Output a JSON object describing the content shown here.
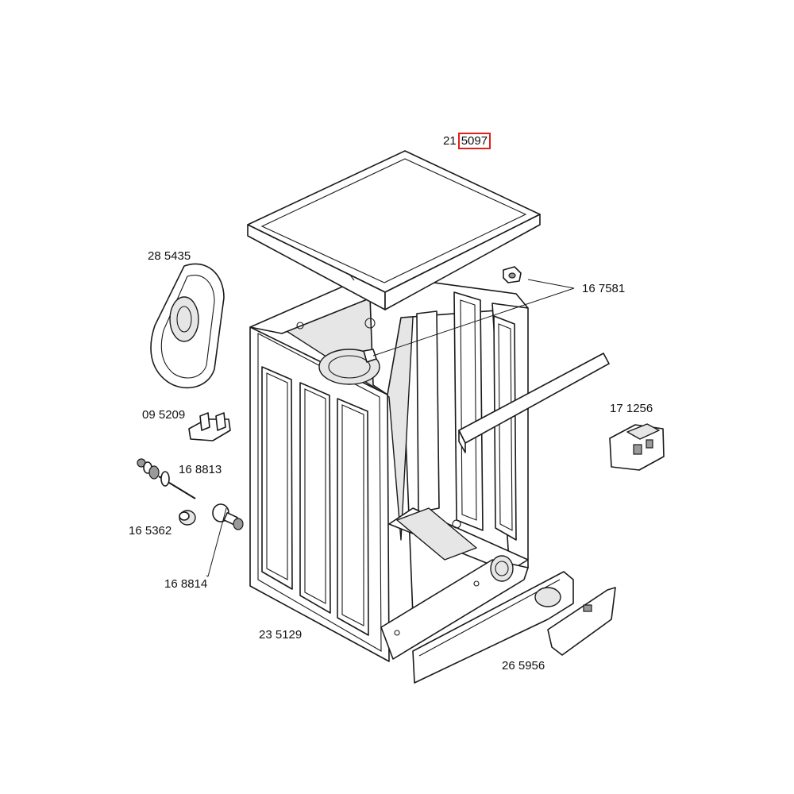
{
  "parts": {
    "top_cover": {
      "prefix": "21",
      "highlighted": "5097"
    },
    "rear_panel": "28 5435",
    "hinge_clips": "16 7581",
    "bracket": "09 5209",
    "door_lock": "17 1256",
    "shock_absorber": "16 8813",
    "bushing": "16 5362",
    "foot": "16 8814",
    "cabinet": "23 5129",
    "dispenser_handle": "26 5956"
  },
  "colors": {
    "highlight_box": "#e0201c",
    "lines": "#1a1a1a"
  }
}
